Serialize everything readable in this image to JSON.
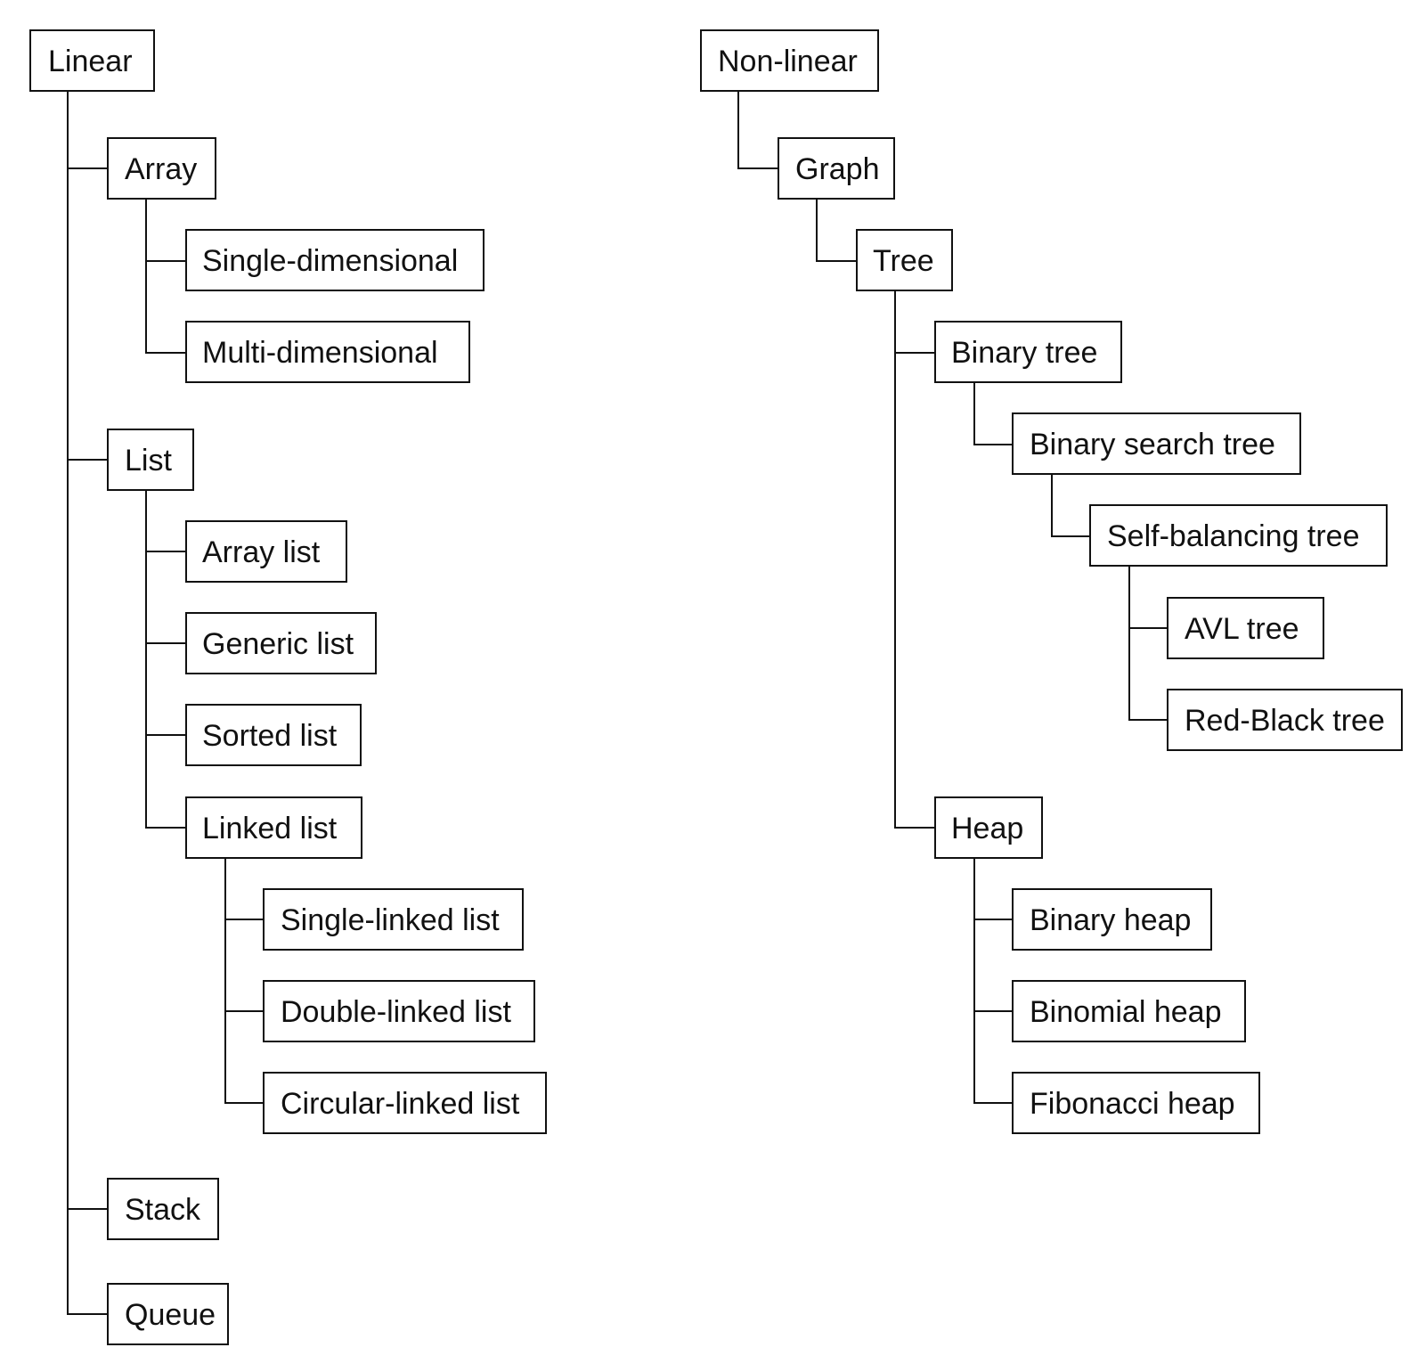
{
  "colors": {
    "background": "#ffffff",
    "line": "#111111",
    "text": "#111111"
  },
  "linear": {
    "root": "Linear",
    "array": {
      "label": "Array",
      "single_dimensional": "Single-dimensional",
      "multi_dimensional": "Multi-dimensional"
    },
    "list": {
      "label": "List",
      "array_list": "Array list",
      "generic_list": "Generic list",
      "sorted_list": "Sorted list",
      "linked_list": {
        "label": "Linked list",
        "single_linked": "Single-linked list",
        "double_linked": "Double-linked list",
        "circular_linked": "Circular-linked list"
      }
    },
    "stack": "Stack",
    "queue": "Queue"
  },
  "non_linear": {
    "root": "Non-linear",
    "graph": "Graph",
    "tree": "Tree",
    "binary_tree": "Binary tree",
    "binary_search_tree": "Binary search tree",
    "self_balancing_tree": "Self-balancing tree",
    "avl_tree": "AVL tree",
    "red_black_tree": "Red-Black tree",
    "heap": {
      "label": "Heap",
      "binary_heap": "Binary heap",
      "binomial_heap": "Binomial heap",
      "fibonacci_heap": "Fibonacci heap"
    }
  }
}
